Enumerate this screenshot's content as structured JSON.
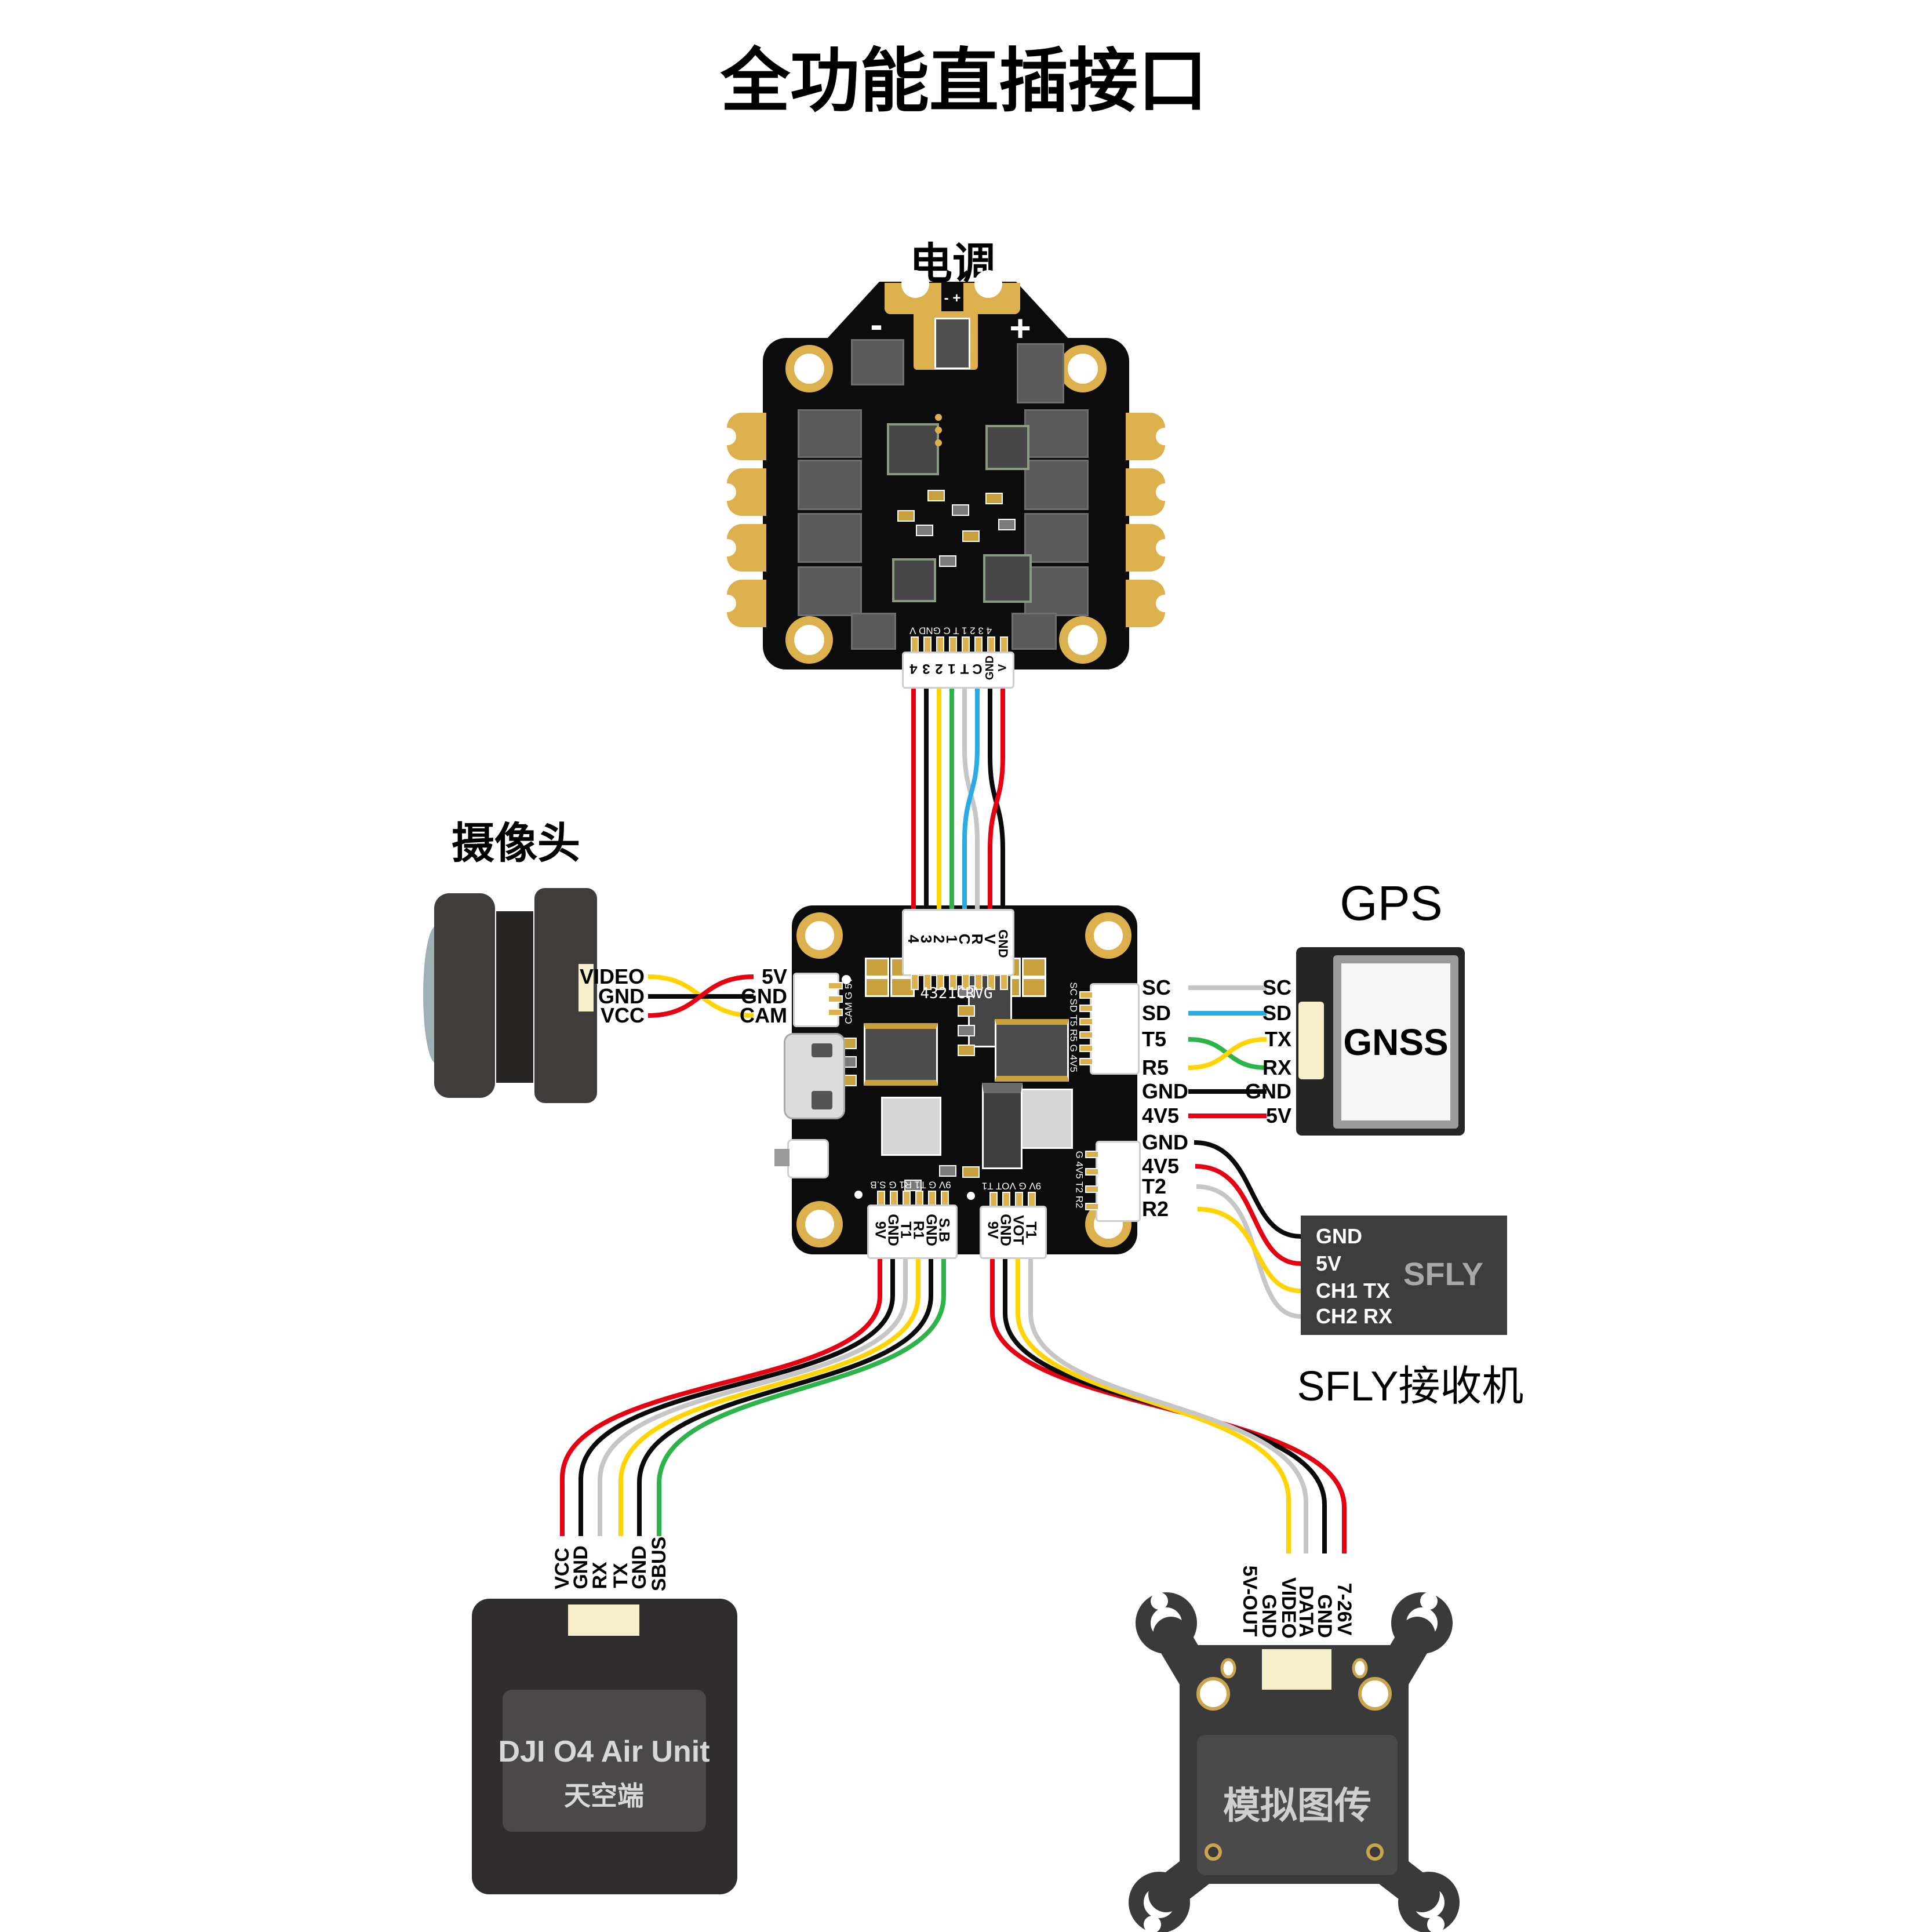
{
  "title": "全功能直插接口",
  "palette": {
    "board_black": "#0c0c0c",
    "pad_gold": "#dcb04c",
    "cream_connector": "#f7eecb",
    "wire_red": "#e60012",
    "wire_black": "#0a0a0a",
    "wire_yellow": "#ffd400",
    "wire_green": "#2eb34a",
    "wire_gray": "#c6c6c6",
    "wire_blue": "#2aabe3",
    "dark_module": "#3d3d3d"
  },
  "esc": {
    "label": "电调",
    "polarity": {
      "minus": "-",
      "plus": "+",
      "small_marks": "- +"
    },
    "connector_pins": [
      "4",
      "3",
      "2",
      "1",
      "T",
      "C",
      "GND",
      "V"
    ],
    "silkscreen": "4 3 2 1 T C GND V"
  },
  "fc": {
    "top_connector": {
      "pins": [
        "4",
        "3",
        "2",
        "1",
        "C",
        "R",
        "V",
        "GND"
      ],
      "silkscreen": "4321CRVG"
    },
    "camera_port": {
      "silkscreen": "CAM G 5V",
      "labels": [
        "5V",
        "GND",
        "CAM"
      ]
    },
    "gps_port": {
      "silkscreen": "SC SD T5 R5 G 4V5",
      "labels": [
        "SC",
        "SD",
        "T5",
        "R5",
        "GND",
        "4V5"
      ]
    },
    "rx_port": {
      "silkscreen": "G 4V5 T2 R2",
      "labels": [
        "GND",
        "4V5",
        "T2",
        "R2"
      ]
    },
    "dji_port": {
      "pins": [
        "9V",
        "GND",
        "T1",
        "R1",
        "GND",
        "S.B"
      ],
      "silkscreen": "9V G T1 R1 G S.B"
    },
    "vtx_port": {
      "pins": [
        "9V",
        "GND",
        "VOT",
        "T1"
      ],
      "silkscreen": "9V G VOT T1"
    }
  },
  "camera": {
    "label": "摄像头",
    "pins": [
      "VIDEO",
      "GND",
      "VCC"
    ]
  },
  "gps": {
    "label": "GPS",
    "module_text": "GNSS",
    "pins": [
      "SC",
      "SD",
      "TX",
      "RX",
      "GND",
      "5V"
    ]
  },
  "sfly": {
    "logo": "SFLY",
    "caption": "SFLY接收机",
    "pins": [
      "GND",
      "5V",
      "CH1 TX",
      "CH2 RX"
    ]
  },
  "dji": {
    "title": "DJI O4 Air Unit",
    "subtitle": "天空端",
    "pins": [
      "VCC",
      "GND",
      "RX",
      "TX",
      "GND",
      "SBUS"
    ]
  },
  "vtx": {
    "label": "模拟图传",
    "pins": [
      "5V-OUT",
      "GND",
      "VIDEO",
      "DATA",
      "GND",
      "7-26V"
    ]
  },
  "connections": {
    "esc_fc": {
      "fc_pins": [
        "4",
        "3",
        "2",
        "1",
        "C",
        "R",
        "V",
        "GND"
      ],
      "esc_pins": [
        "4",
        "3",
        "2",
        "1",
        "T",
        "C",
        "GND",
        "V"
      ],
      "wire_colors": [
        "red",
        "black",
        "yellow",
        "green",
        "blue",
        "gray",
        "red",
        "black"
      ]
    },
    "camera_fc": [
      {
        "from": "VIDEO",
        "to": "CAM",
        "color": "yellow"
      },
      {
        "from": "GND",
        "to": "GND",
        "color": "black"
      },
      {
        "from": "VCC",
        "to": "5V",
        "color": "red"
      }
    ],
    "gps_fc": [
      {
        "from": "SC",
        "to": "SC",
        "color": "gray"
      },
      {
        "from": "SD",
        "to": "SD",
        "color": "blue"
      },
      {
        "from": "T5",
        "to": "RX",
        "color": "green"
      },
      {
        "from": "R5",
        "to": "TX",
        "color": "yellow"
      },
      {
        "from": "GND",
        "to": "GND",
        "color": "black"
      },
      {
        "from": "4V5",
        "to": "5V",
        "color": "red"
      }
    ],
    "sfly_fc": [
      {
        "from": "GND",
        "to": "GND",
        "color": "black"
      },
      {
        "from": "4V5",
        "to": "5V",
        "color": "red"
      },
      {
        "from": "T2",
        "to": "CH2 RX",
        "color": "gray"
      },
      {
        "from": "R2",
        "to": "CH1 TX",
        "color": "yellow"
      }
    ],
    "dji_fc": [
      {
        "from": "9V",
        "to": "VCC",
        "color": "red"
      },
      {
        "from": "GND",
        "to": "GND",
        "color": "black"
      },
      {
        "from": "T1",
        "to": "RX",
        "color": "gray"
      },
      {
        "from": "R1",
        "to": "TX",
        "color": "yellow"
      },
      {
        "from": "GND",
        "to": "GND",
        "color": "black"
      },
      {
        "from": "S.B",
        "to": "SBUS",
        "color": "green"
      }
    ],
    "vtx_fc": [
      {
        "from": "9V",
        "to": "7-26V",
        "color": "red"
      },
      {
        "from": "GND",
        "to": "GND",
        "color": "black"
      },
      {
        "from": "VOT",
        "to": "VIDEO",
        "color": "yellow"
      },
      {
        "from": "T1",
        "to": "DATA",
        "color": "gray"
      }
    ]
  }
}
